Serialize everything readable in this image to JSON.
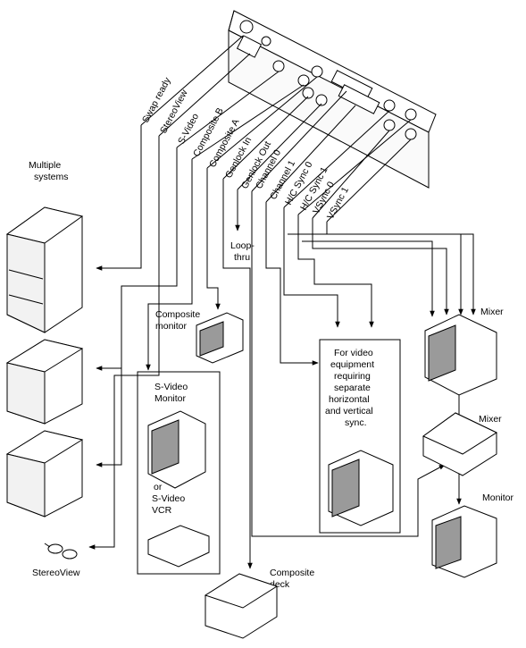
{
  "cable_labels": {
    "swap_ready": "Swap ready",
    "stereoview": "StereoView",
    "s_video": "S-Video",
    "composite_b": "Composite B",
    "composite_a": "Composite A",
    "genlock_in": "Genlock In",
    "genlock_out": "Genlock Out",
    "channel_0": "Channel 0",
    "channel_1": "Channel 1",
    "hc_sync_0": "H/C Sync 0",
    "hc_sync_1": "H/C Sync 1",
    "vsync_0": "VSync 0",
    "vsync_1": "VSync 1"
  },
  "devices": {
    "multiple_systems_1": "Multiple",
    "multiple_systems_2": "systems",
    "loop_thru_1": "Loop-",
    "loop_thru_2": "thru",
    "composite_monitor_1": "Composite",
    "composite_monitor_2": "monitor",
    "svideo_monitor_1": "S-Video",
    "svideo_monitor_2": "Monitor",
    "or": "or",
    "svideo_vcr_1": "S-Video",
    "svideo_vcr_2": "VCR",
    "stereoview": "StereoView",
    "composite_deck_1": "Composite",
    "composite_deck_2": "deck",
    "mixer_top": "Mixer",
    "mixer_panel": "Mixer",
    "monitor": "Monitor"
  },
  "note_lines": [
    "For video",
    "equipment",
    "requiring",
    "separate",
    "horizontal",
    "and vertical",
    "sync."
  ]
}
